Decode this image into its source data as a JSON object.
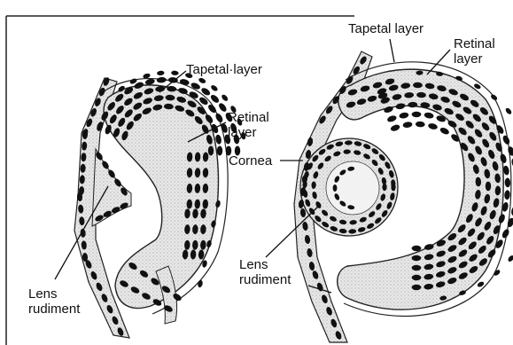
{
  "left_panel": {
    "tapetal_label": "Tapetal·layer",
    "retinal_label_line1": "Retinal",
    "retinal_label_line2": "layer",
    "lens_label_line1": "Lens",
    "lens_label_line2": "rudiment"
  },
  "right_panel": {
    "tapetal_label": "Tapetal layer",
    "retinal_label_line1": "Retinal",
    "retinal_label_line2": "layer",
    "cornea_label": "Cornea",
    "lens_label_line1": "Lens",
    "lens_label_line2": "rudiment"
  },
  "colors": {
    "ink": "#111111",
    "tissue_fill": "#e6e6e6",
    "background": "#ffffff"
  }
}
